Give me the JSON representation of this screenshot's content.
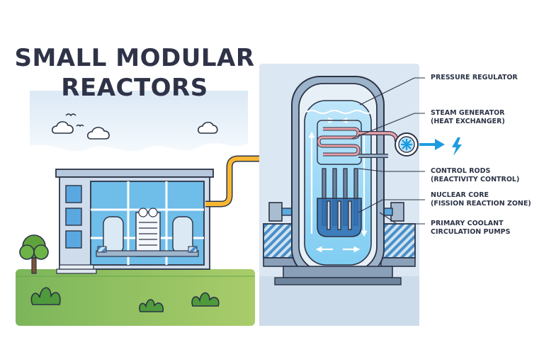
{
  "title": {
    "line1": "SMALL MODULAR",
    "line2": "REACTORS"
  },
  "labels": [
    {
      "name": "pressure-regulator",
      "lines": [
        "PRESSURE REGULATOR"
      ]
    },
    {
      "name": "steam-generator",
      "lines": [
        "STEAM GENERATOR",
        "(HEAT EXCHANGER)"
      ]
    },
    {
      "name": "control-rods",
      "lines": [
        "CONTROL RODS",
        "(REACTIVITY CONTROL)"
      ]
    },
    {
      "name": "nuclear-core",
      "lines": [
        "NUCLEAR CORE",
        "(FISSION REACTION ZONE)"
      ]
    },
    {
      "name": "primary-coolant-pumps",
      "lines": [
        "PRIMARY COOLANT",
        "CIRCULATION PUMPS"
      ]
    }
  ],
  "colors": {
    "title": "#2f3347",
    "outline": "#2c3346",
    "water": "#7fcdf2",
    "water_deep": "#3ea6e0",
    "steam_pipe": "#e8a0a8",
    "arrow": "#f7b733",
    "grass": "#8bbf5a",
    "bolt": "#1f9be0"
  }
}
